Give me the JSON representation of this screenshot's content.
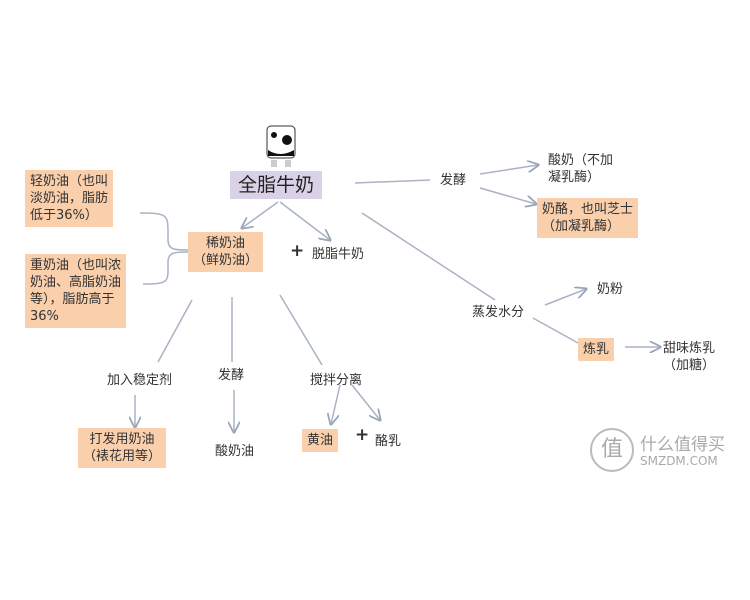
{
  "root": "全脂牛奶",
  "cream": "稀奶油\n（鲜奶油）",
  "light_cream": "轻奶油（也叫\n淡奶油，脂肪\n低于36%）",
  "heavy_cream": "重奶油（也叫浓\n奶油、高脂奶油\n等），脂肪高于\n36%",
  "plus": "+",
  "skim": "脱脂牛奶",
  "ferment": "发酵",
  "yogurt": "酸奶（不加\n凝乳酶）",
  "cheese": "奶酪，也叫芝士\n（加凝乳酶）",
  "evaporate": "蒸发水分",
  "milk_powder": "奶粉",
  "condensed": "炼乳",
  "sweet_condensed": "甜味炼乳\n（加糖）",
  "stabilizer": "加入稳定剂",
  "ferment2": "发酵",
  "churn": "搅拌分离",
  "whipping": "打发用奶油\n（裱花用等）",
  "sour_cream": "酸奶油",
  "butter": "黄油",
  "buttermilk": "酪乳",
  "watermark": {
    "glyph": "值",
    "name": "什么值得买",
    "url": "SMZDM.COM"
  }
}
